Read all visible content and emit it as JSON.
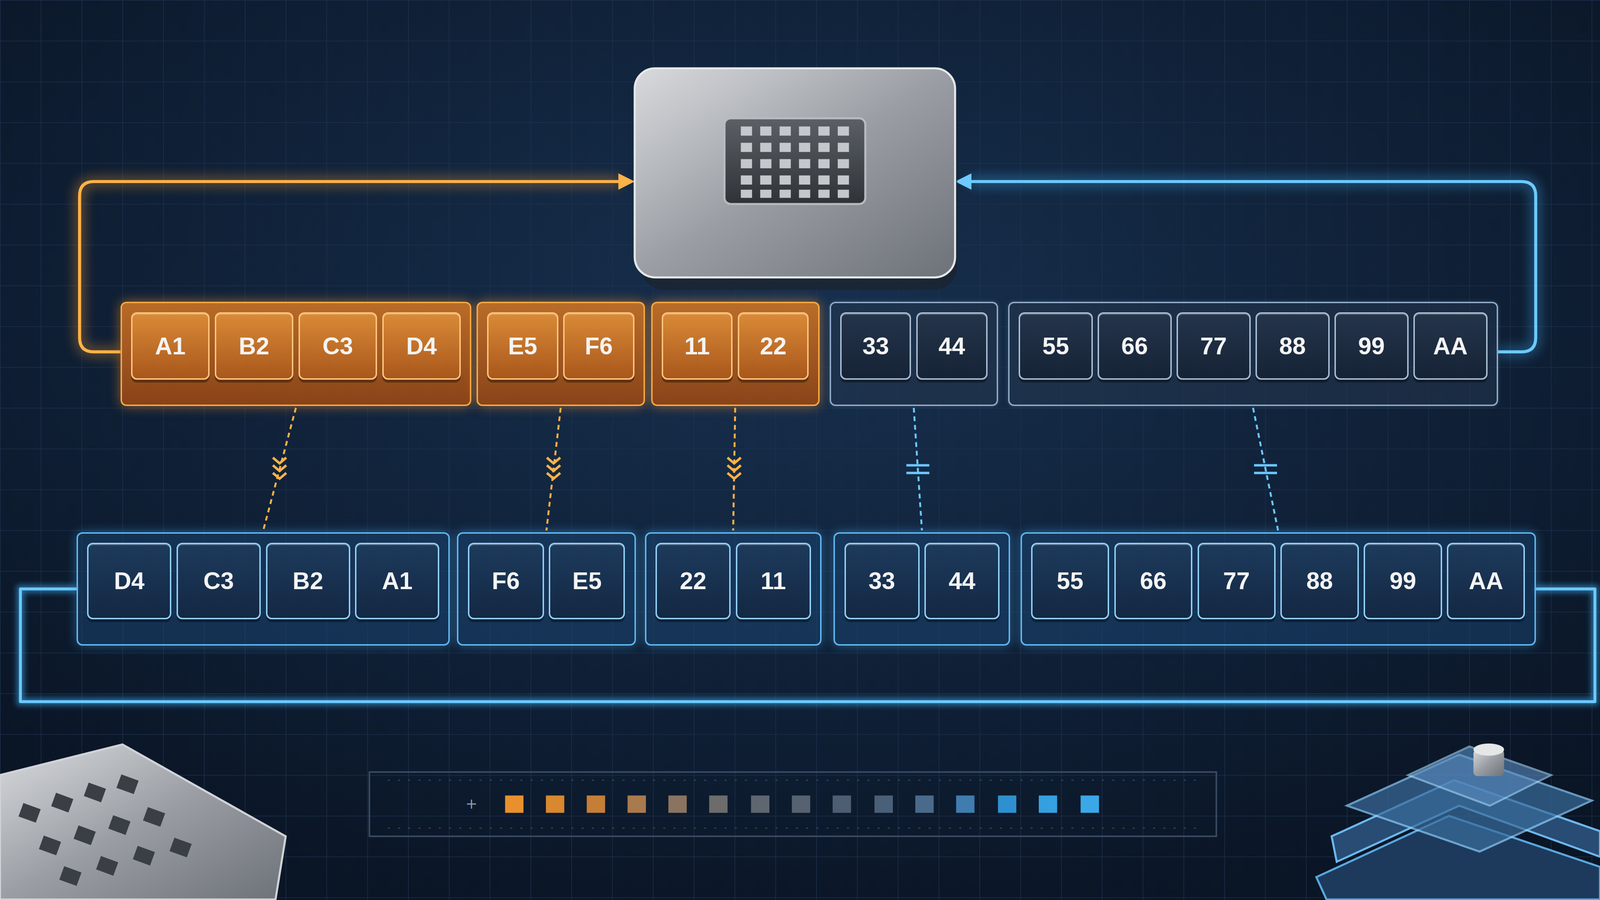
{
  "diagram": {
    "nodes": [
      {
        "text": []
      },
      {
        "text": [
          "A1"
        ],
        "in": 0
      },
      {
        "text": [
          "B2"
        ],
        "in": 0
      },
      {
        "text": [
          "C3"
        ],
        "in": 0
      },
      {
        "text": [
          "D4"
        ],
        "in": 0
      },
      {
        "text": []
      },
      {
        "text": [
          "E5"
        ],
        "in": 5
      },
      {
        "text": [
          "F6"
        ],
        "in": 5
      },
      {
        "text": []
      },
      {
        "text": [
          "11"
        ],
        "in": 8
      },
      {
        "text": [
          "22"
        ],
        "in": 8
      },
      {
        "text": []
      },
      {
        "text": [
          "33"
        ],
        "in": 11
      },
      {
        "text": [
          "44"
        ],
        "in": 11
      },
      {
        "text": []
      },
      {
        "text": [
          "55"
        ],
        "in": 14
      },
      {
        "text": [
          "66"
        ],
        "in": 14
      },
      {
        "text": [
          "77"
        ],
        "in": 14
      },
      {
        "text": [
          "88"
        ],
        "in": 14
      },
      {
        "text": [
          "99"
        ],
        "in": 14
      },
      {
        "text": [
          "AA"
        ],
        "in": 14
      },
      {
        "text": []
      },
      {
        "text": [
          "D4"
        ],
        "in": 21
      },
      {
        "text": [
          "C3"
        ],
        "in": 21
      },
      {
        "text": [
          "B2"
        ],
        "in": 21
      },
      {
        "text": [
          "A1"
        ],
        "in": 21
      },
      {
        "text": []
      },
      {
        "text": [
          "F6"
        ],
        "in": 26
      },
      {
        "text": [
          "E5"
        ],
        "in": 26
      },
      {
        "text": []
      },
      {
        "text": [
          "22"
        ],
        "in": 29
      },
      {
        "text": [
          "11"
        ],
        "in": 29
      },
      {
        "text": []
      },
      {
        "text": [
          "33"
        ],
        "in": 32
      },
      {
        "text": [
          "44"
        ],
        "in": 32
      },
      {
        "text": []
      },
      {
        "text": [
          "55"
        ],
        "in": 35
      },
      {
        "text": [
          "66"
        ],
        "in": 35
      },
      {
        "text": [
          "77"
        ],
        "in": 35
      },
      {
        "text": [
          "88"
        ],
        "in": 35
      },
      {
        "text": [
          "99"
        ],
        "in": 35
      },
      {
        "text": [
          "AA"
        ],
        "in": 35
      }
    ],
    "edges": [
      {
        "from": 0,
        "to": 21,
        "arrow": "to"
      },
      {
        "from": 5,
        "to": 26,
        "arrow": "to"
      },
      {
        "from": 8,
        "to": 29,
        "arrow": "to"
      },
      {
        "from": 11,
        "to": 32,
        "arrow": "none"
      },
      {
        "from": 14,
        "to": 35,
        "arrow": "none"
      },
      {
        "from": 21,
        "to": 35,
        "arrow": "none"
      }
    ],
    "labels": [
      "+"
    ]
  }
}
